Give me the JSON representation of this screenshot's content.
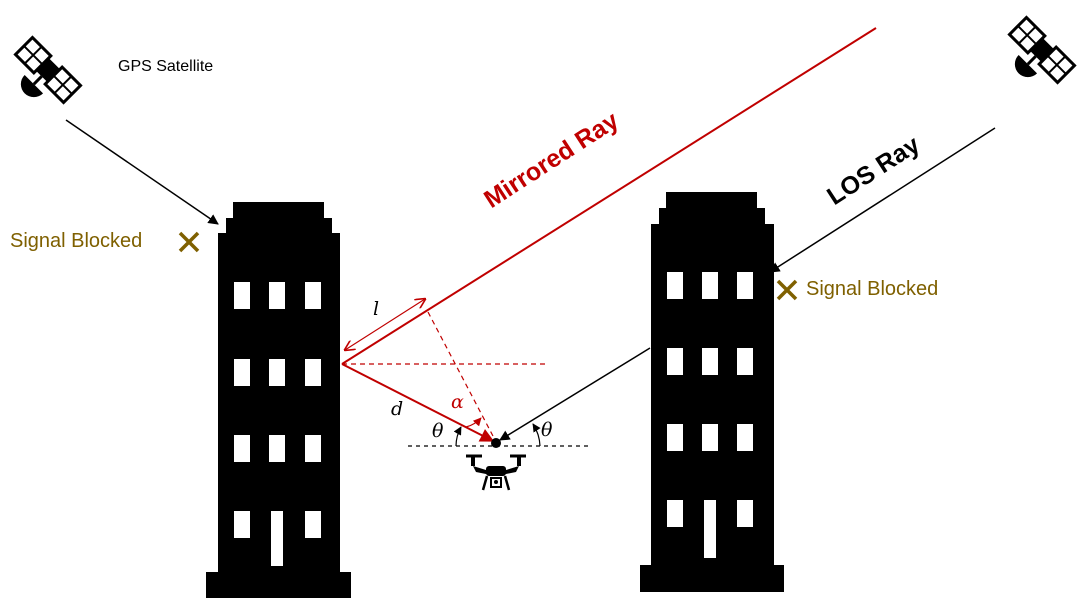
{
  "labels": {
    "satellite": "GPS Satellite",
    "blocked_left": "Signal Blocked",
    "blocked_right": "Signal Blocked",
    "mirrored_ray": "Mirrored Ray",
    "los_ray": "LOS Ray"
  },
  "symbols": {
    "l": "l",
    "d": "d",
    "alpha": "α",
    "theta_left": "θ",
    "theta_right": "θ"
  },
  "colors": {
    "building": "#000000",
    "mirrored_ray": "#c00000",
    "los_ray": "#000000",
    "blocked": "#7f6000"
  }
}
